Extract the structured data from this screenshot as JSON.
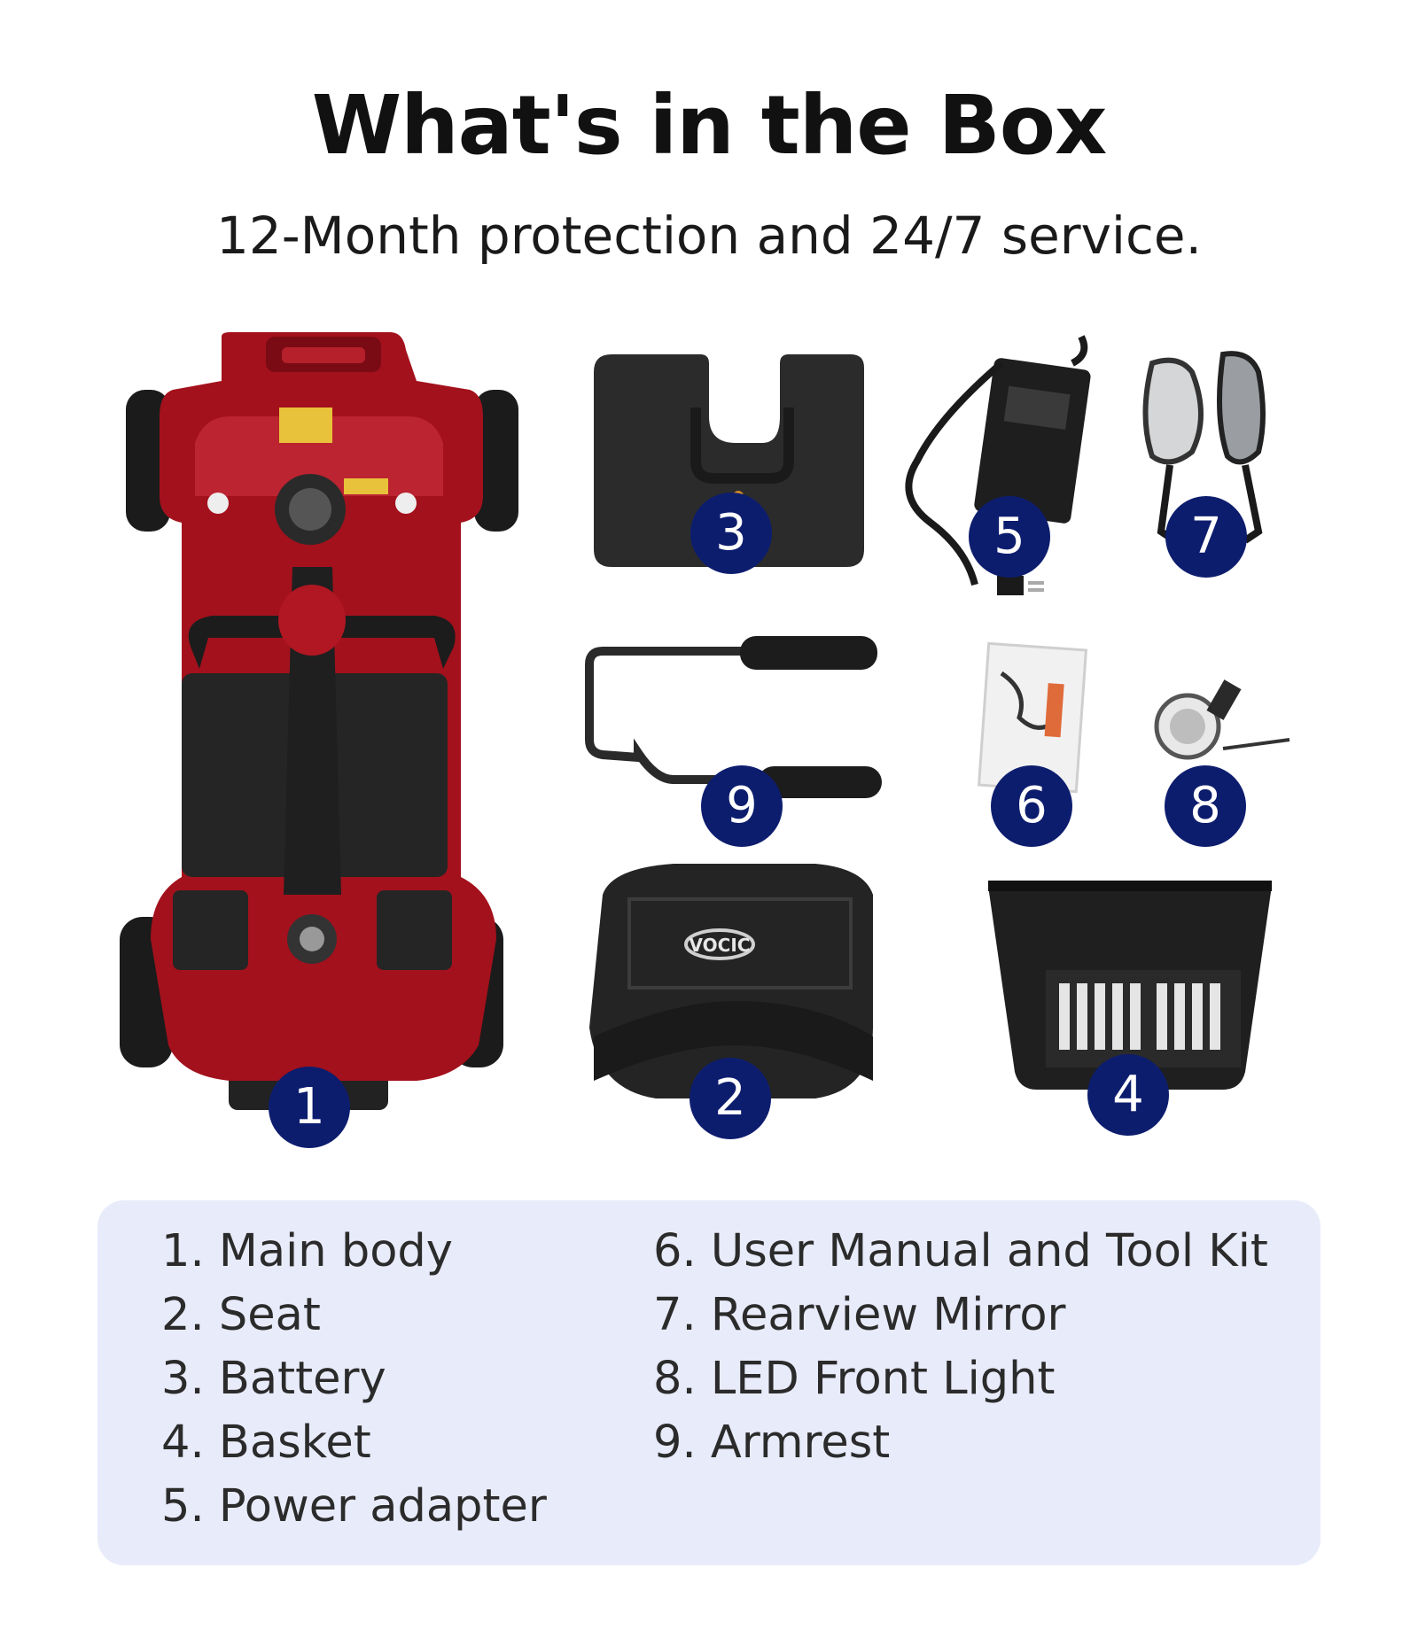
{
  "header": {
    "title": "What's in the Box",
    "subtitle": "12-Month protection and 24/7 service."
  },
  "products": {
    "seat_brand": "VOCIC"
  },
  "badges": [
    "1",
    "2",
    "3",
    "4",
    "5",
    "6",
    "7",
    "8",
    "9"
  ],
  "legend": {
    "left": [
      "1. Main body",
      "2. Seat",
      "3. Battery",
      "4. Basket",
      "5. Power adapter"
    ],
    "right": [
      "6. User Manual and Tool Kit",
      "7. Rearview Mirror",
      "8. LED Front Light",
      "9. Armrest"
    ]
  },
  "colors": {
    "badge": "#0d1d6e",
    "legend_bg": "#e8ebfa",
    "scooter_red": "#a3111c"
  }
}
